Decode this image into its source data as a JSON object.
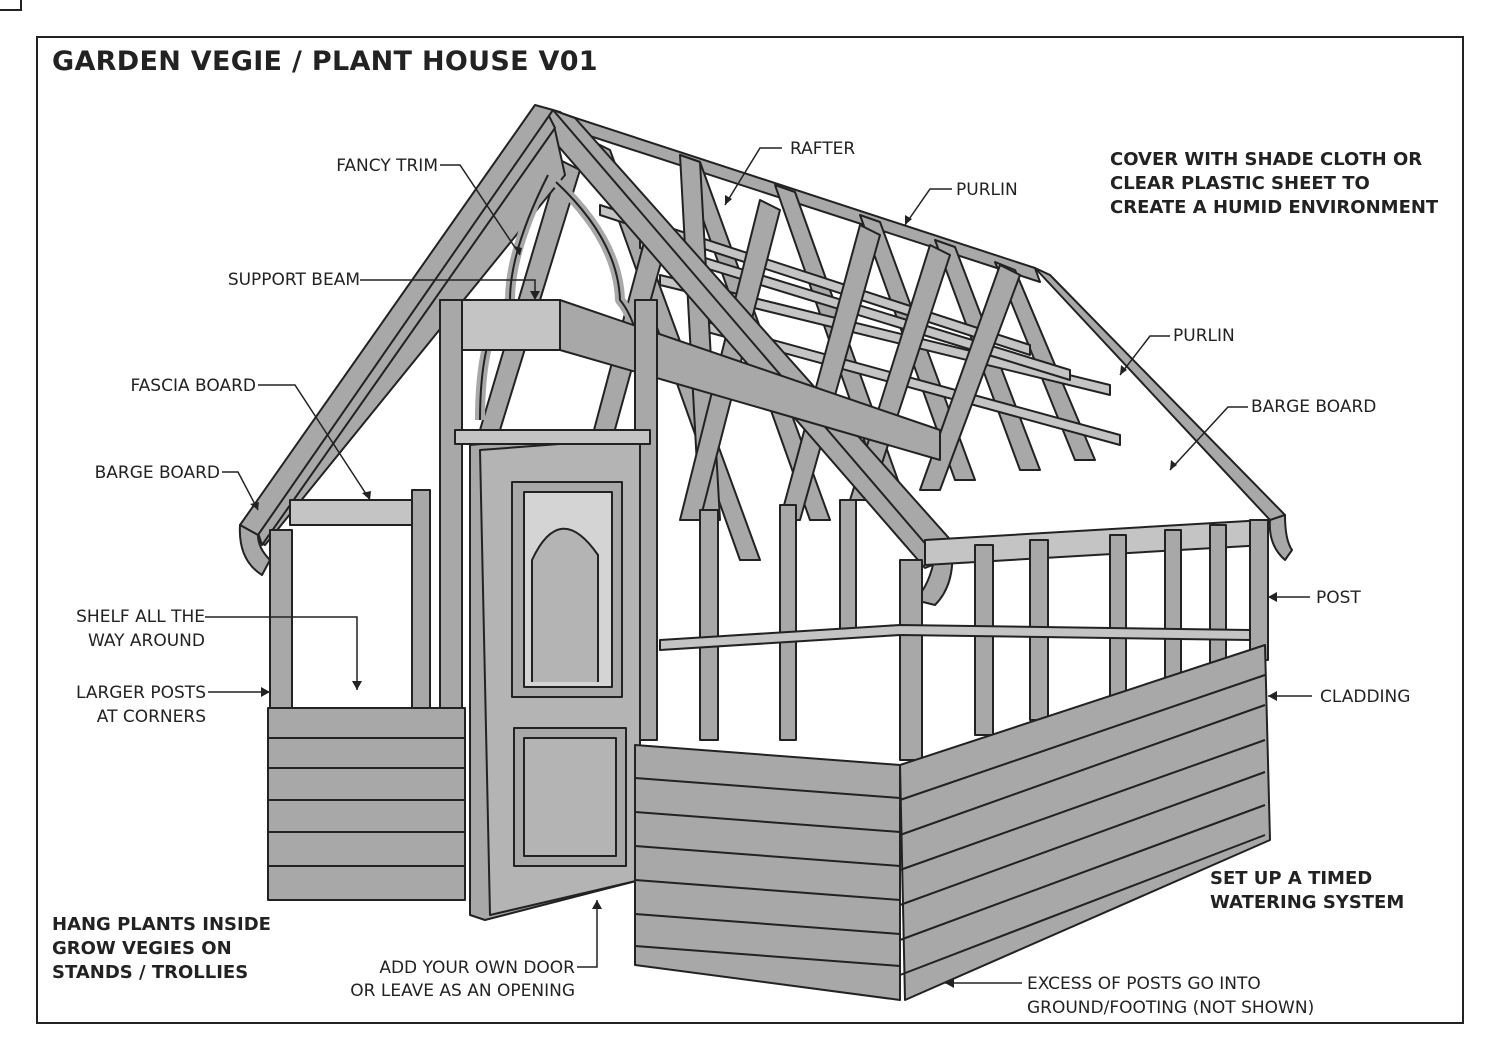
{
  "title": "GARDEN VEGIE / PLANT HOUSE V01",
  "labels": {
    "fancy_trim": "FANCY TRIM",
    "support_beam": "SUPPORT BEAM",
    "fascia_board": "FASCIA BOARD",
    "barge_board_left": "BARGE BOARD",
    "shelf_1": "SHELF ALL THE",
    "shelf_2": "WAY AROUND",
    "larger_posts_1": "LARGER POSTS",
    "larger_posts_2": "AT CORNERS",
    "rafter": "RAFTER",
    "purlin_top": "PURLIN",
    "purlin_right": "PURLIN",
    "barge_board_right": "BARGE BOARD",
    "post": "POST",
    "cladding": "CLADDING",
    "door_1": "ADD YOUR OWN DOOR",
    "door_2": "OR LEAVE AS AN OPENING",
    "excess_1": "EXCESS OF POSTS GO INTO",
    "excess_2": "GROUND/FOOTING (NOT SHOWN)"
  },
  "notes": {
    "cover_1": "COVER WITH SHADE CLOTH OR",
    "cover_2": "CLEAR PLASTIC SHEET TO",
    "cover_3": "CREATE A HUMID ENVIRONMENT",
    "hang_1": "HANG PLANTS INSIDE",
    "hang_2": "GROW VEGIES ON",
    "hang_3": "STANDS / TROLLIES",
    "water_1": "SET UP A TIMED",
    "water_2": "WATERING SYSTEM"
  },
  "colors": {
    "timber": "#a8a8a8",
    "timber_dark": "#8c8c8c",
    "timber_light": "#c4c4c4",
    "outline": "#222222"
  }
}
